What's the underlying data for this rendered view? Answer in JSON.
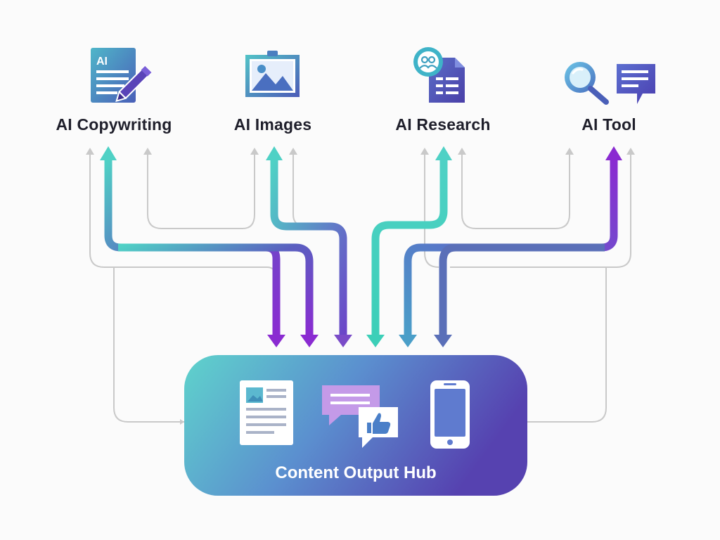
{
  "sources": [
    {
      "label": "AI Copywriting",
      "icon": "document-pen-icon",
      "badge": "AI"
    },
    {
      "label": "AI Images",
      "icon": "image-frame-icon"
    },
    {
      "label": "AI Research",
      "icon": "research-document-icon"
    },
    {
      "label": "AI Tool",
      "icon": "search-chat-icon"
    }
  ],
  "hub": {
    "label": "Content Output Hub",
    "icons": [
      "article-icon",
      "social-chat-like-icon",
      "smartphone-icon"
    ]
  },
  "colors": {
    "teal": "#4fd1c5",
    "blue": "#5b6fc0",
    "indigo": "#5a4bb8",
    "purple": "#8a2bd1",
    "gray_line": "#c9c9c9",
    "hub_gradient": [
      "#5fd3cc",
      "#5b8fcf",
      "#5642b0"
    ]
  }
}
